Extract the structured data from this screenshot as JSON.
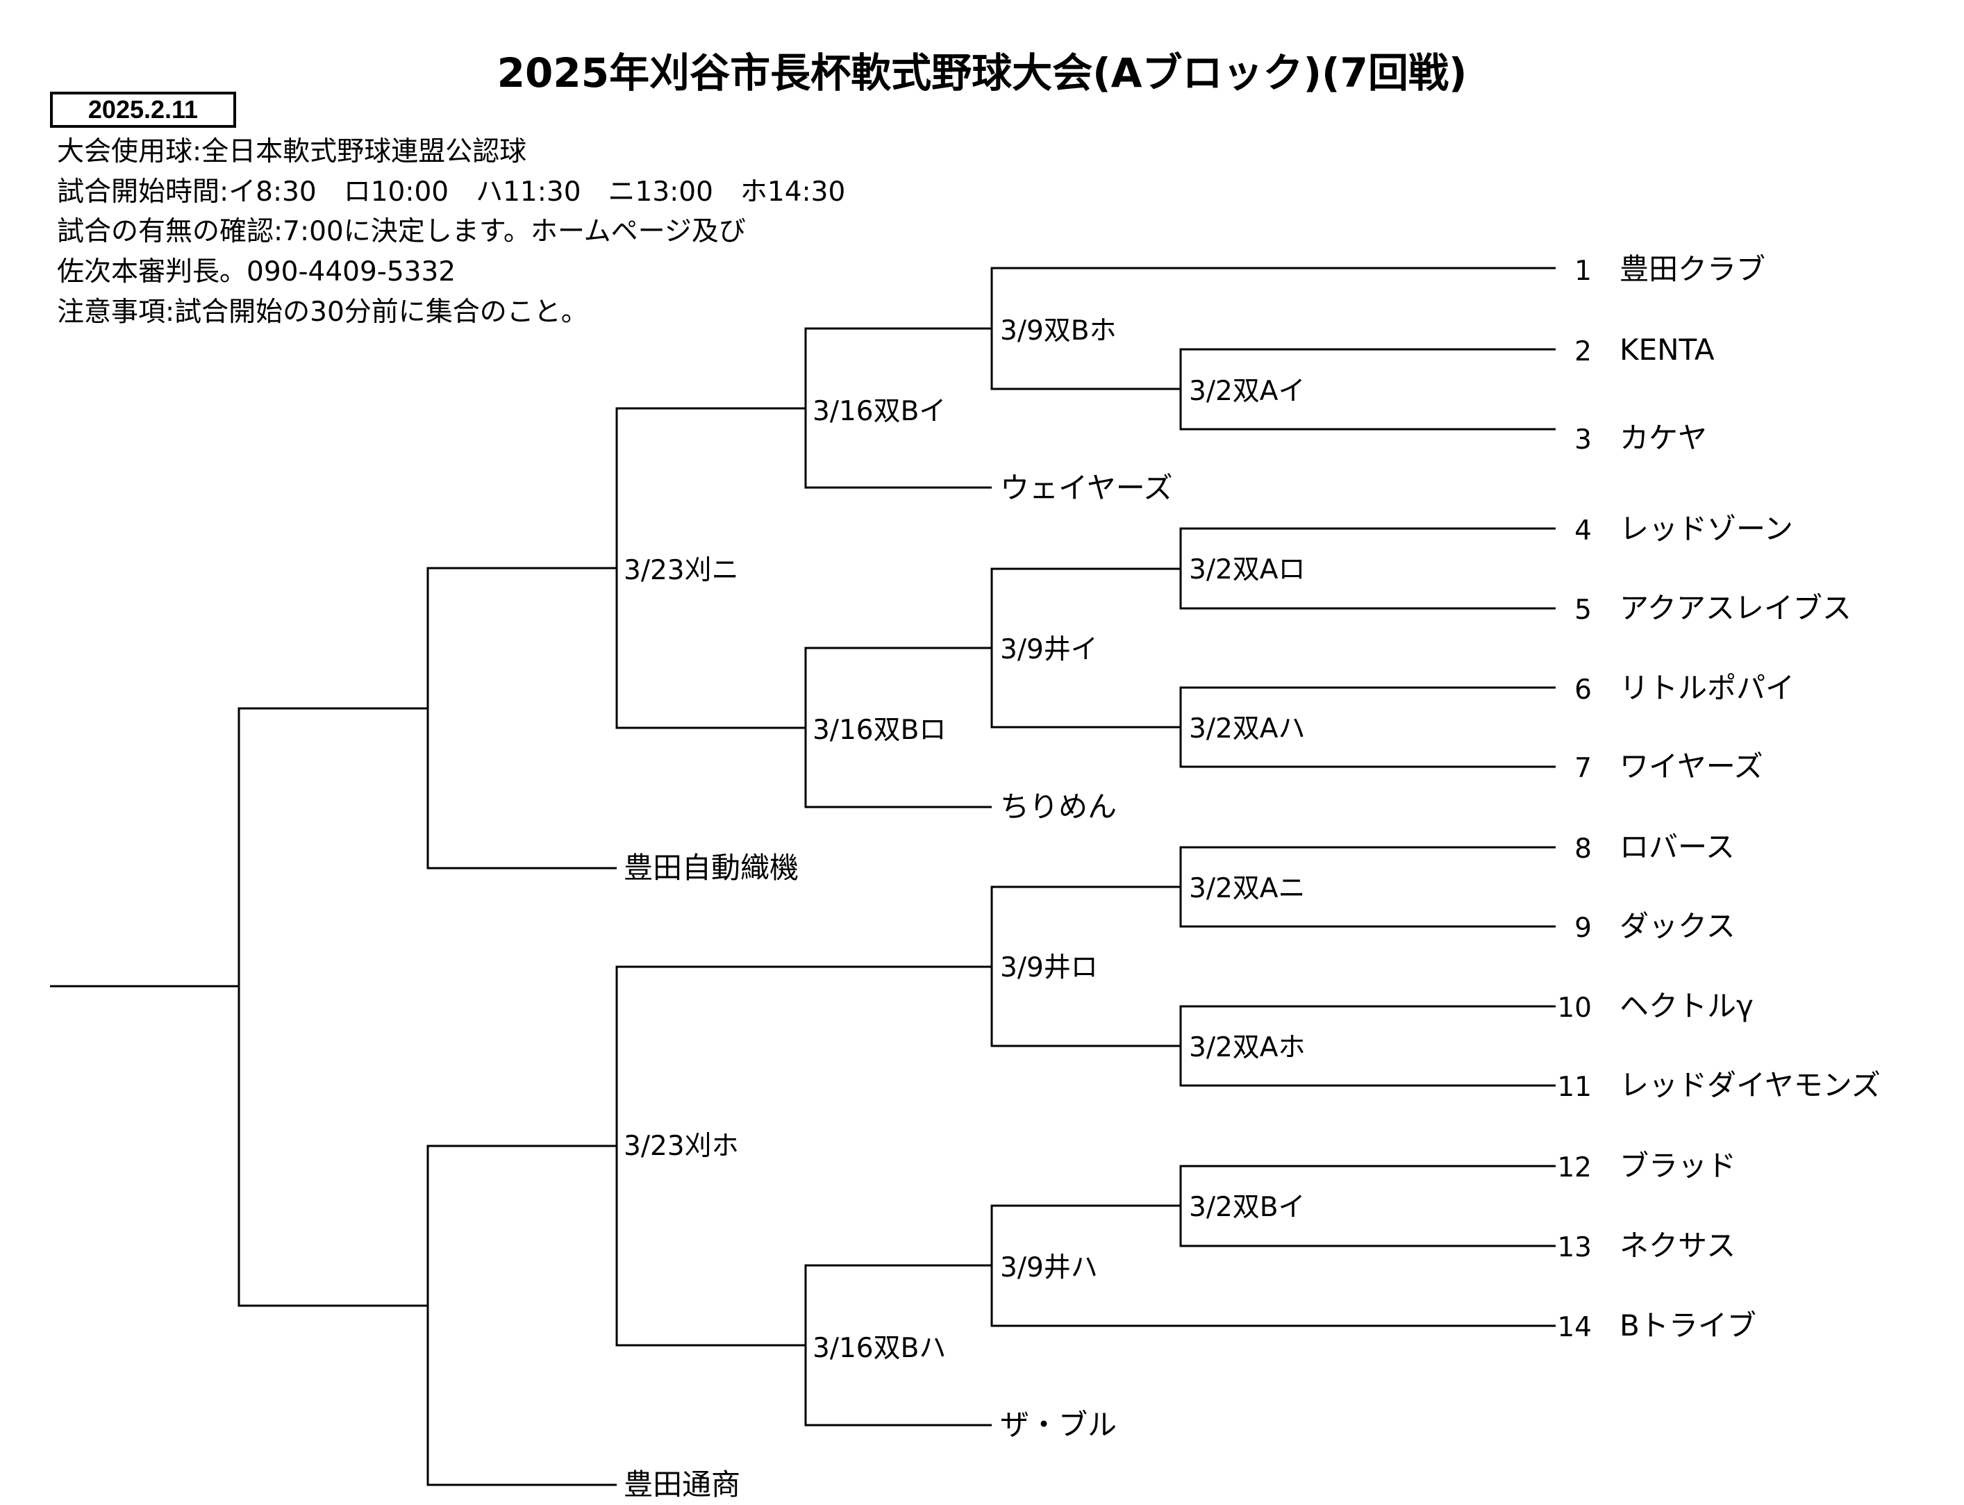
{
  "header": {
    "title": "2025年刈谷市長杯軟式野球大会(Aブロック)(7回戦)",
    "date": "2025.2.11",
    "info": [
      "大会使用球:全日本軟式野球連盟公認球",
      "試合開始時間:イ8:30　ロ10:00　ハ11:30　ニ13:00　ホ14:30",
      "試合の有無の確認:7:00に決定します。ホームページ及び",
      "佐次本審判長。090-4409-5332",
      "注意事項:試合開始の30分前に集合のこと。"
    ]
  },
  "teams": [
    {
      "no": "1",
      "name": "豊田クラブ"
    },
    {
      "no": "2",
      "name": "KENTA"
    },
    {
      "no": "3",
      "name": "カケヤ"
    },
    {
      "no": "4",
      "name": "レッドゾーン"
    },
    {
      "no": "5",
      "name": "アクアスレイブス"
    },
    {
      "no": "6",
      "name": "リトルポパイ"
    },
    {
      "no": "7",
      "name": "ワイヤーズ"
    },
    {
      "no": "8",
      "name": "ロバース"
    },
    {
      "no": "9",
      "name": "ダックス"
    },
    {
      "no": "10",
      "name": "ヘクトルγ"
    },
    {
      "no": "11",
      "name": "レッドダイヤモンズ"
    },
    {
      "no": "12",
      "name": "ブラッド"
    },
    {
      "no": "13",
      "name": "ネクサス"
    },
    {
      "no": "14",
      "name": "Bトライブ"
    }
  ],
  "seeded_teams": [
    "ウェイヤーズ",
    "ちりめん",
    "豊田自動織機",
    "ザ・ブル",
    "豊田通商"
  ],
  "matches": {
    "r1": [
      "3/2双Aイ",
      "3/2双Aロ",
      "3/2双Aハ",
      "3/2双Aニ",
      "3/2双Aホ",
      "3/2双Bイ"
    ],
    "r2": [
      "3/9双Bホ",
      "3/9井イ",
      "3/9井ロ",
      "3/9井ハ"
    ],
    "r3": [
      "3/16双Bイ",
      "3/16双Bロ",
      "3/16双Bハ"
    ],
    "r4": [
      "3/23刈ニ",
      "3/23刈ホ"
    ]
  }
}
